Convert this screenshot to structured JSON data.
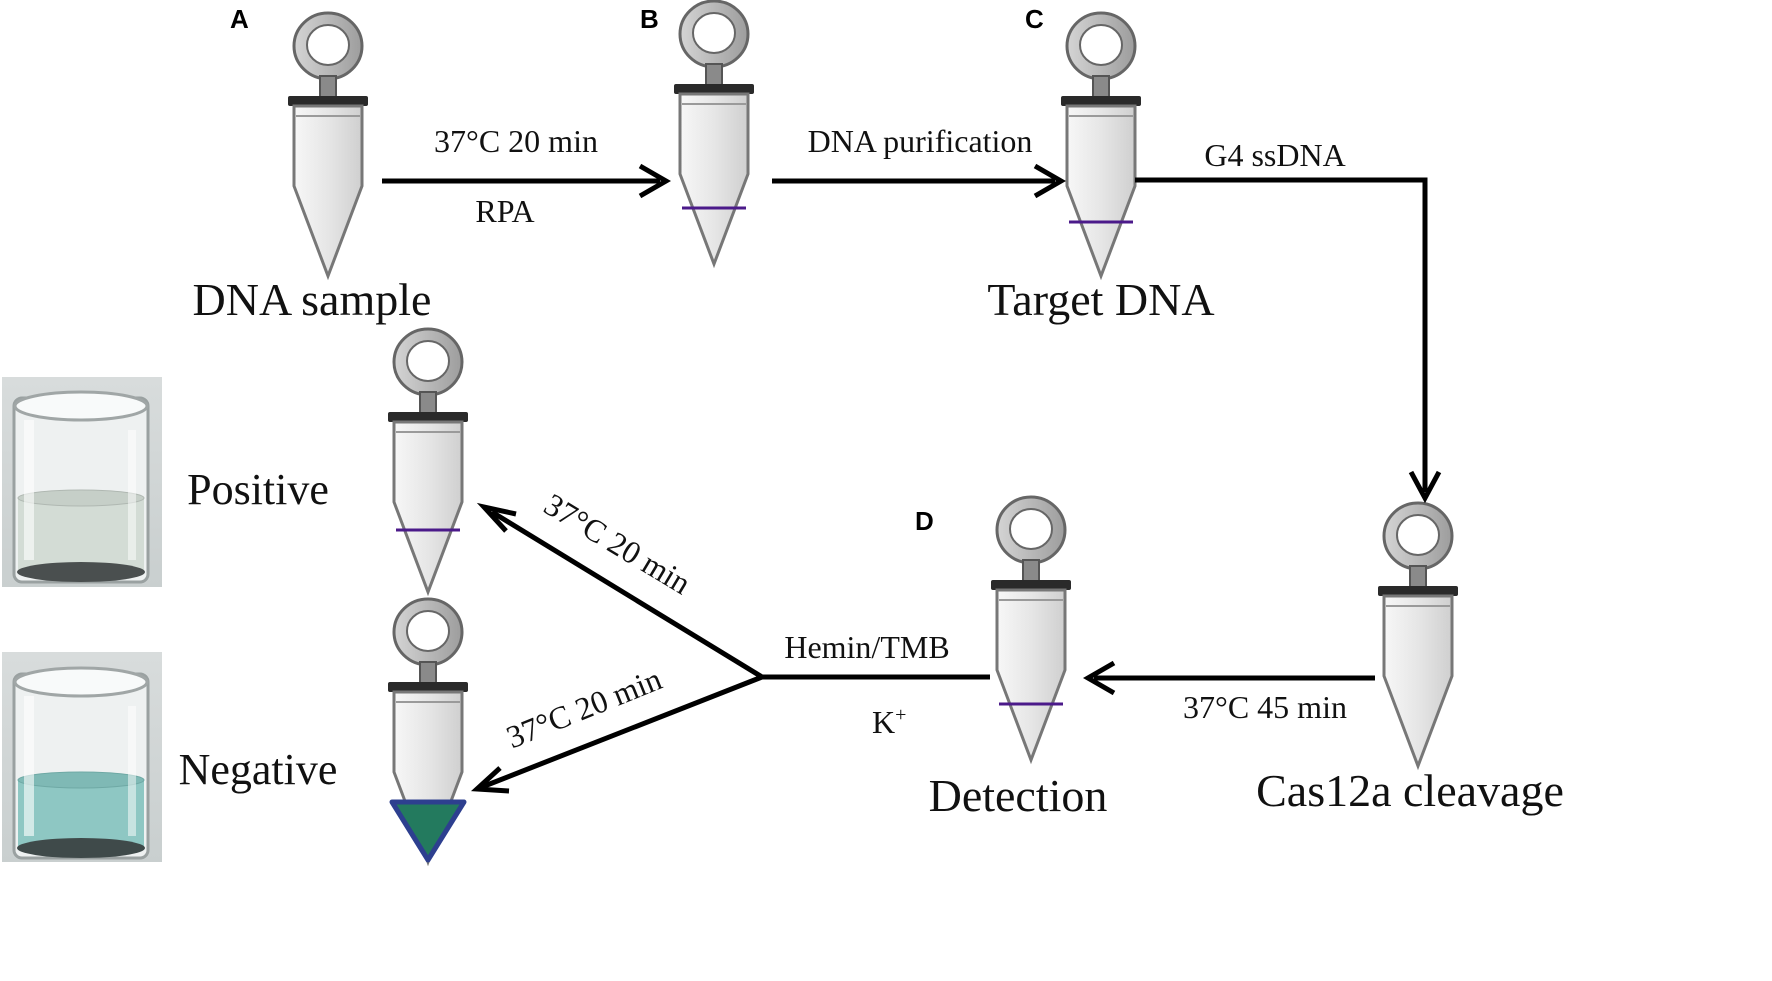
{
  "panels": {
    "a": "A",
    "b": "B",
    "c": "C",
    "d": "D"
  },
  "labels": {
    "dna_sample": "DNA sample",
    "target_dna": "Target DNA",
    "cas12a_cleavage": "Cas12a cleavage",
    "detection": "Detection",
    "positive": "Positive",
    "negative": "Negative"
  },
  "arrows": {
    "rpa_top": "37°C 20 min",
    "rpa_bottom": "RPA",
    "purification": "DNA  purification",
    "g4": "G4 ssDNA",
    "cleavage_time": "37°C 45 min",
    "hemin": "Hemin/TMB",
    "potassium": "K",
    "potassium_sup": "+",
    "positive_time": "37°C 20 min",
    "negative_time": "37°C 20 min"
  },
  "colors": {
    "tube_body": "#e9e9e9",
    "tube_outline": "#666666",
    "cap": "#b9b9b9",
    "liquid_line": "#4b1a8a",
    "negative_fill": "#237a5e",
    "negative_outline": "#2d3f8f",
    "positive_solution": "#d3dcd5",
    "negative_solution": "#8ec7c3"
  }
}
